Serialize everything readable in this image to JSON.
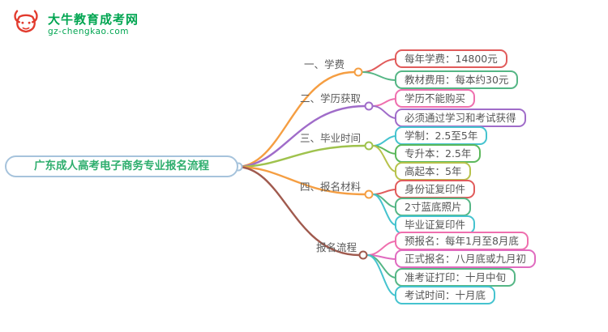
{
  "logo": {
    "title": "大牛教育成考网",
    "domain": "gz-chengkao.com",
    "color": "#e23b2e",
    "text_color": "#00a551"
  },
  "root": {
    "label": "广东成人高考电子商务专业报名流程",
    "text_color": "#2fae6e",
    "border_color": "#a6c3dc"
  },
  "branches": [
    {
      "label": "一、学费",
      "color": "#f59e42",
      "children": [
        {
          "label": "每年学费：14800元",
          "color": "#e15b5b"
        },
        {
          "label": "教材费用：每本约30元",
          "color": "#55b685"
        }
      ]
    },
    {
      "label": "二、学历获取",
      "color": "#a06cc9",
      "children": [
        {
          "label": "学历不能购买",
          "color": "#ef6fae"
        },
        {
          "label": "必须通过学习和考试获得",
          "color": "#a06cc9"
        }
      ]
    },
    {
      "label": "三、毕业时间",
      "color": "#9fc24d",
      "children": [
        {
          "label": "学制：2.5至5年",
          "color": "#45c3cf"
        },
        {
          "label": "专升本：2.5年",
          "color": "#5cb85c"
        },
        {
          "label": "高起本：5年",
          "color": "#b7c24b"
        }
      ]
    },
    {
      "label": "四、报名材料",
      "color": "#f59e42",
      "children": [
        {
          "label": "身份证复印件",
          "color": "#e15b5b"
        },
        {
          "label": "2寸蓝底照片",
          "color": "#55b685"
        },
        {
          "label": "毕业证复印件",
          "color": "#45c3cf"
        }
      ]
    },
    {
      "label": "报名流程",
      "color": "#a05a4e",
      "children": [
        {
          "label": "预报名：每年1月至8月底",
          "color": "#ef6fae"
        },
        {
          "label": "正式报名：八月底或九月初",
          "color": "#e06bbf"
        },
        {
          "label": "准考证打印：十月中旬",
          "color": "#55b685"
        },
        {
          "label": "考试时间：十月底",
          "color": "#45c3cf"
        }
      ]
    }
  ]
}
